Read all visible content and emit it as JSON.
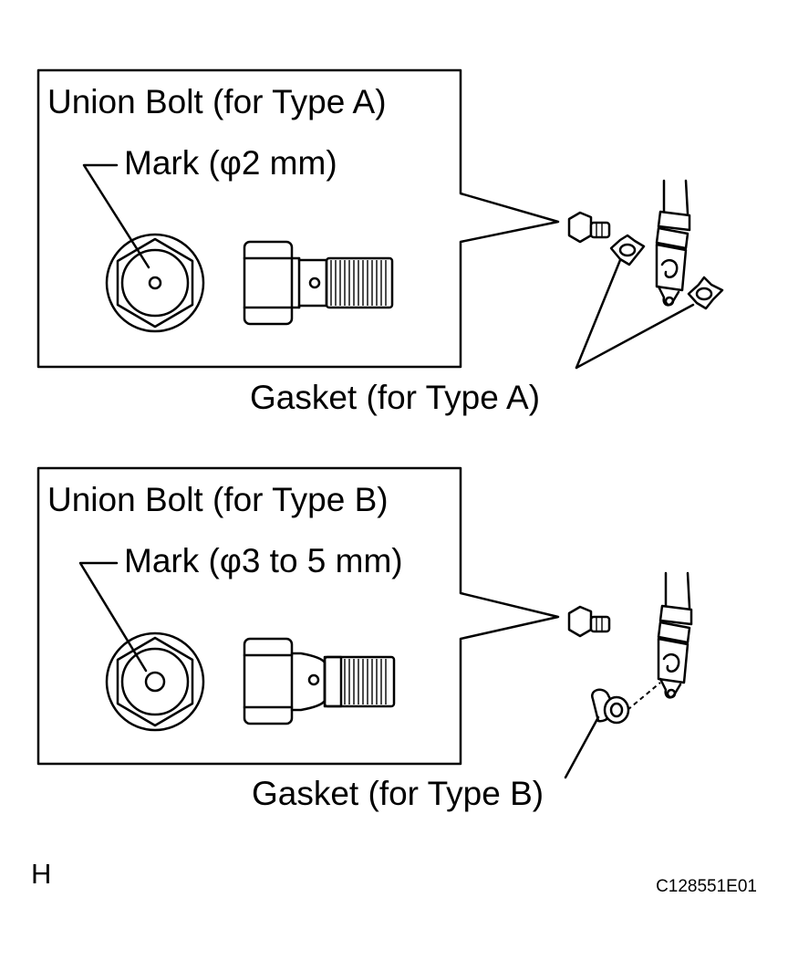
{
  "type_a": {
    "title": "Union Bolt (for Type A)",
    "mark": "Mark (φ2 mm)",
    "gasket": "Gasket (for Type A)"
  },
  "type_b": {
    "title": "Union Bolt (for Type B)",
    "mark": "Mark (φ3 to 5 mm)",
    "gasket": "Gasket (for Type B)"
  },
  "section_letter": "H",
  "figure_code": "C128551E01"
}
